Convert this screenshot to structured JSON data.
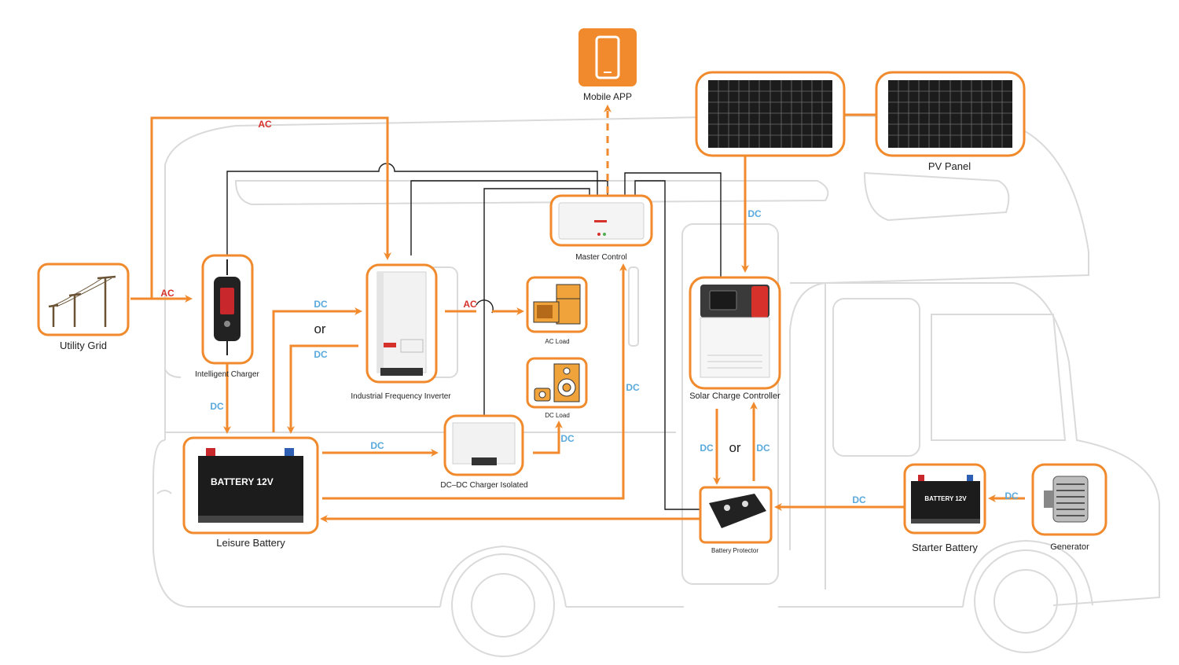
{
  "colors": {
    "accent": "#f08a2c",
    "ac": "#d6312b",
    "dc": "#5aa9dc",
    "wire": "#1a1a1a",
    "outline": "#d9d9d9"
  },
  "components": {
    "mobile_app": "Mobile APP",
    "pv_panel": "PV Panel",
    "master_control": "Master Control",
    "utility_grid": "Utility Grid",
    "intelligent_charger": "Intelligent Charger",
    "inverter": "Industrial Frequency Inverter",
    "ac_load": "AC Load",
    "dc_load": "DC Load",
    "solar_controller": "Solar Charge Controller",
    "dcdc_charger": "DC–DC Charger Isolated",
    "leisure_battery": "Leisure Battery",
    "battery_protector": "Battery Protector",
    "starter_battery": "Starter Battery",
    "generator": "Generator"
  },
  "device_text": {
    "leisure_battery": "BATTERY 12V",
    "starter_battery": "BATTERY  12V"
  },
  "flow_labels": {
    "ac": "AC",
    "dc": "DC",
    "or": "or"
  },
  "icons": {
    "mobile": "smartphone-icon",
    "grid": "power-pole-icon"
  }
}
